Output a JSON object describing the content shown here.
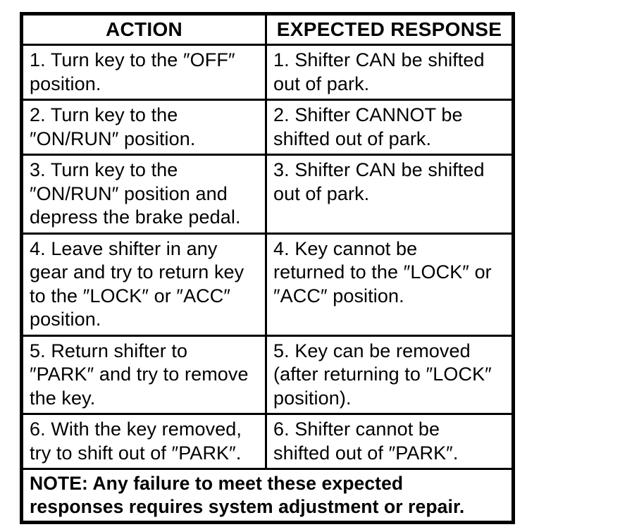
{
  "table": {
    "header": {
      "action": "ACTION",
      "response": "EXPECTED RESPONSE"
    },
    "rows": [
      {
        "action": "1. Turn key to the ″OFF″\nposition.",
        "response": "1. Shifter CAN be shifted\nout of park."
      },
      {
        "action": "2. Turn key to the\n″ON/RUN″ position.",
        "response": "2. Shifter CANNOT be\nshifted out of park."
      },
      {
        "action": "3. Turn key to the\n″ON/RUN″ position and\ndepress the brake pedal.",
        "response": "3. Shifter CAN be shifted\nout of park."
      },
      {
        "action": "4. Leave shifter in any\ngear and try to return key\nto the ″LOCK″ or ″ACC″\nposition.",
        "response": "4. Key cannot be\nreturned to the ″LOCK″ or\n″ACC″ position."
      },
      {
        "action": "5. Return shifter to\n″PARK″ and try to remove\nthe key.",
        "response": "5. Key can be removed\n(after returning to ″LOCK″\nposition)."
      },
      {
        "action": "6. With the key removed,\ntry to shift out of ″PARK″.",
        "response": "6. Shifter cannot be\nshifted out of ″PARK″."
      }
    ],
    "note": "NOTE: Any failure to meet these expected\nresponses requires system adjustment or repair."
  }
}
